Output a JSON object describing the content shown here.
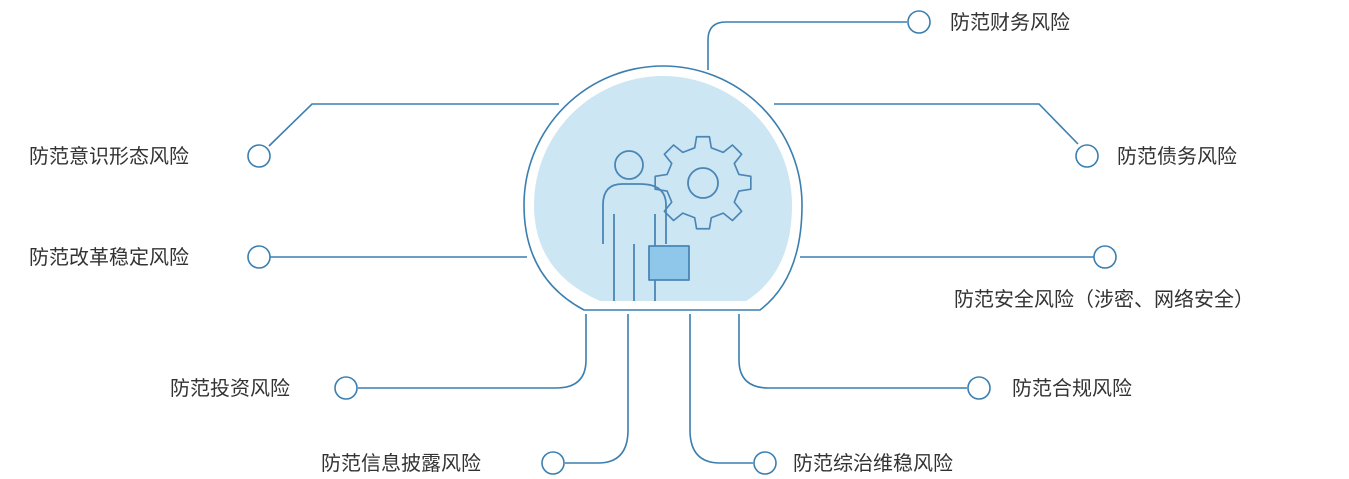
{
  "colors": {
    "line": "#3a7fb0",
    "dome_fill": "#cce6f3",
    "icon_stroke": "#4a86b6",
    "briefcase_fill": "#8fc7ea",
    "text": "#333333",
    "background": "#ffffff"
  },
  "center_icon": "person-with-gear-icon",
  "risks": {
    "financial": "防范财务风险",
    "ideology": "防范意识形态风险",
    "debt": "防范债务风险",
    "reform": "防范改革稳定风险",
    "security": "防范安全风险（涉密、网络安全）",
    "investment": "防范投资风险",
    "compliance": "防范合规风险",
    "disclosure": "防范信息披露风险",
    "stability": "防范综治维稳风险"
  }
}
